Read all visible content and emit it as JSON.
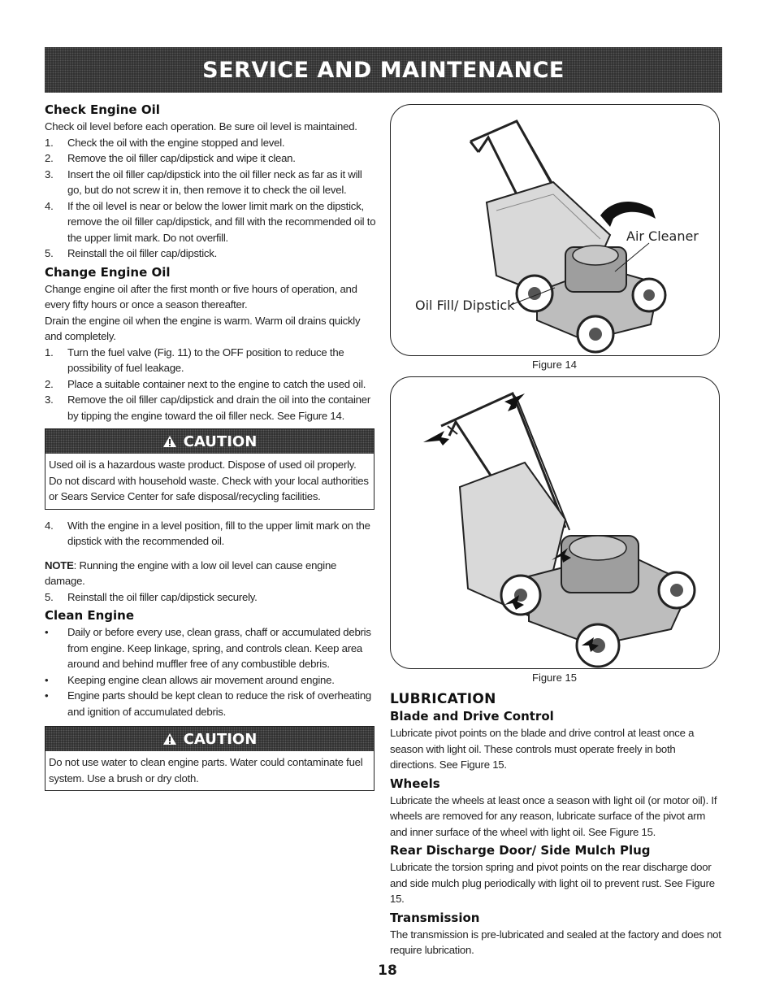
{
  "banner": {
    "title": "SERVICE AND MAINTENANCE"
  },
  "check_oil": {
    "heading": "Check Engine Oil",
    "intro": "Check oil level before each operation. Be sure oil level is maintained.",
    "steps": [
      {
        "num": "1.",
        "text": "Check the oil with the engine stopped and level."
      },
      {
        "num": "2.",
        "text": "Remove the oil filler cap/dipstick and wipe it clean."
      },
      {
        "num": "3.",
        "text": "Insert the oil filler cap/dipstick into the oil filler neck as far as it will go, but do not screw it in, then remove it to check the oil level."
      },
      {
        "num": "4.",
        "text": "If the oil level is near or below the lower limit mark on the dipstick, remove the oil filler cap/dipstick, and fill with the recommended oil to the upper limit mark. Do not overfill."
      },
      {
        "num": "5.",
        "text": "Reinstall the oil filler cap/dipstick."
      }
    ]
  },
  "change_oil": {
    "heading": "Change Engine Oil",
    "para1": "Change engine oil after the first month or five hours of operation, and every fifty hours or once a season thereafter.",
    "para2": "Drain the engine oil when the engine is warm. Warm oil drains quickly and completely.",
    "steps": [
      {
        "num": "1.",
        "text": "Turn the fuel valve (Fig. 11) to the OFF position to reduce the possibility of fuel leakage."
      },
      {
        "num": "2.",
        "text": "Place a suitable container next to the engine to catch the used oil."
      },
      {
        "num": "3.",
        "text": "Remove the oil filler cap/dipstick and drain the oil into the container by tipping the engine toward the oil filler neck. See Figure 14."
      }
    ],
    "caution": {
      "label": "CAUTION",
      "text": "Used oil is a hazardous waste product. Dispose of used oil properly. Do not discard with household waste. Check with your local authorities or Sears Service Center for safe disposal/recycling facilities."
    },
    "step4": {
      "num": "4.",
      "text": "With the engine in a level position, fill to the upper limit mark on the dipstick with the recommended oil."
    },
    "note_label": "NOTE",
    "note_text": ": Running the engine with a low oil level can cause engine damage.",
    "step5": {
      "num": "5.",
      "text": "Reinstall the oil filler cap/dipstick securely."
    }
  },
  "clean_engine": {
    "heading": "Clean Engine",
    "bullets": [
      "Daily or before every use, clean grass, chaff or accumulated debris from engine. Keep linkage, spring, and controls clean. Keep area around and behind muffler free of any combustible debris.",
      "Keeping engine clean allows air movement around engine.",
      "Engine parts should be kept clean to reduce the risk of overheating and ignition of accumulated debris."
    ],
    "bullet_char": "•",
    "caution": {
      "label": "CAUTION",
      "text": "Do not use water to clean engine parts. Water could contaminate fuel system. Use a brush or dry cloth."
    }
  },
  "figure14": {
    "caption": "Figure 14",
    "label_air": "Air Cleaner",
    "label_oil": "Oil Fill/ Dipstick"
  },
  "figure15": {
    "caption": "Figure 15"
  },
  "lubrication": {
    "heading": "LUBRICATION",
    "blade": {
      "heading": "Blade and Drive Control",
      "text": "Lubricate pivot points on the blade and drive control at least once a season with light oil. These controls must operate freely in both directions. See Figure 15."
    },
    "wheels": {
      "heading": "Wheels",
      "text": "Lubricate the wheels at least once a season with light oil (or motor oil). If wheels are removed for any reason, lubricate surface of the pivot arm and inner surface of the wheel with light oil. See Figure 15."
    },
    "rear": {
      "heading": "Rear Discharge Door/ Side Mulch Plug",
      "text": "Lubricate the torsion spring and pivot points on the rear discharge door and side mulch plug periodically with light oil to prevent rust. See Figure 15."
    },
    "transmission": {
      "heading": "Transmission",
      "text": "The transmission is pre-lubricated and sealed at the factory and does not require lubrication."
    }
  },
  "page_number": "18"
}
